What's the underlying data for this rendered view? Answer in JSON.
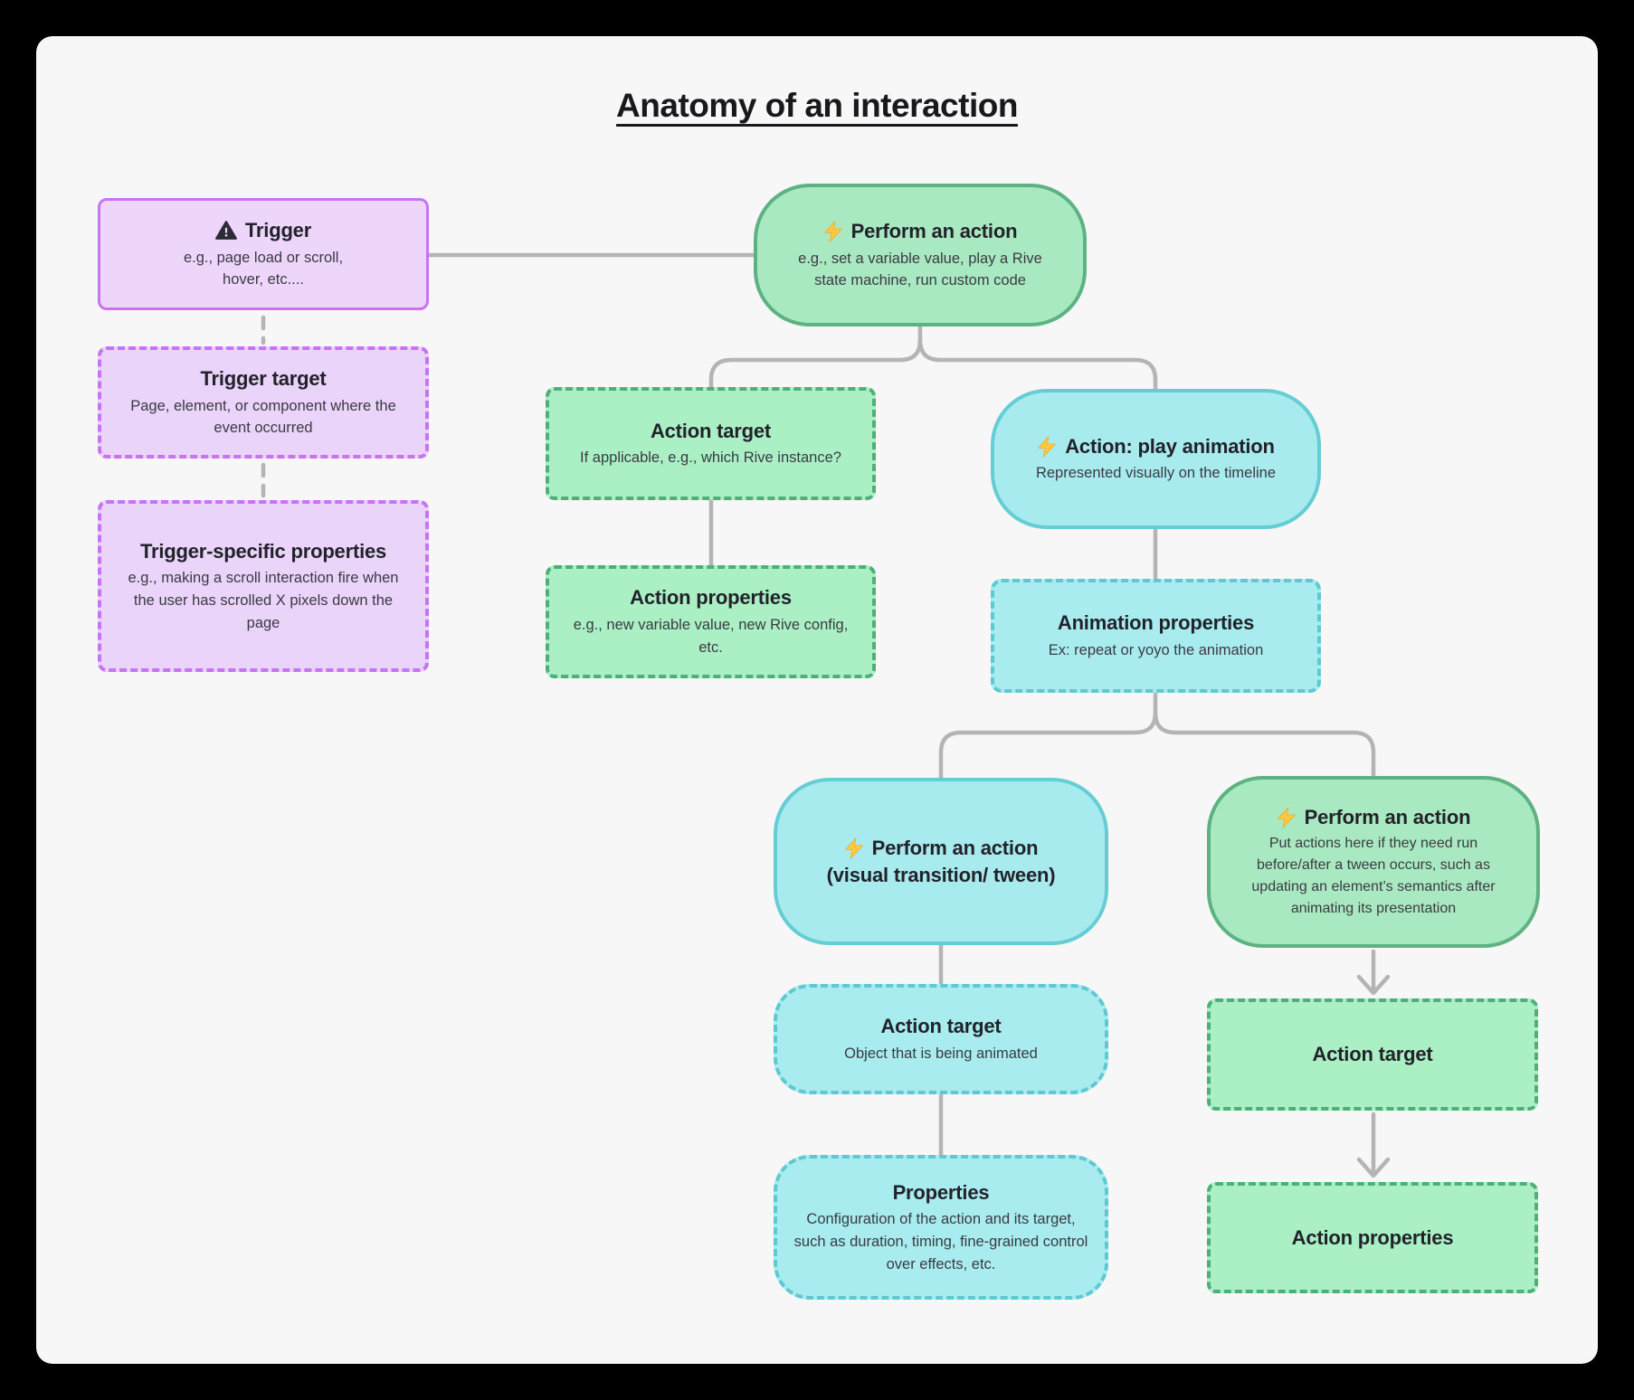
{
  "page_title": "Anatomy of an interaction",
  "palette": {
    "background": "#000000",
    "card": "#f7f7f8",
    "purple_fill": "#ead4f9",
    "purple_border": "#c873f3",
    "green_fill": "#a9e9c1",
    "green_border": "#5cb381",
    "cyan_fill": "#a8ebee",
    "cyan_border": "#65cdd4",
    "connector_gray": "#b4b4b4",
    "lightning_yellow": "#ffc93c",
    "text_dark": "#22222a"
  },
  "nodes": {
    "trigger": {
      "icon": "warning-icon",
      "title": "Trigger",
      "subtitle": "e.g., page load or scroll,\nhover, etc...."
    },
    "trigger_target": {
      "title": "Trigger target",
      "subtitle": "Page, element, or component where the event occurred"
    },
    "trigger_specific_properties": {
      "title": "Trigger-specific properties",
      "subtitle": "e.g., making a scroll interaction fire when the user has scrolled X pixels down the page"
    },
    "perform_action_top": {
      "icon": "lightning-icon",
      "title": "Perform an action",
      "subtitle": "e.g., set a variable value, play a Rive state machine, run custom code"
    },
    "action_target_mid": {
      "title": "Action target",
      "subtitle": "If applicable, e.g., which Rive instance?"
    },
    "action_properties_mid": {
      "title": "Action properties",
      "subtitle": "e.g., new variable value, new Rive config, etc."
    },
    "action_play_animation": {
      "icon": "lightning-icon",
      "title": "Action: play animation",
      "subtitle": "Represented visually on the timeline"
    },
    "animation_properties": {
      "title": "Animation properties",
      "subtitle": "Ex: repeat or yoyo the animation"
    },
    "perform_action_tween": {
      "icon": "lightning-icon",
      "title": "Perform an action",
      "title_line2": "(visual transition/ tween)"
    },
    "perform_action_right": {
      "icon": "lightning-icon",
      "title": "Perform an action",
      "subtitle": "Put actions here if they need run before/after a tween occurs, such as updating an element’s semantics after animating its presentation"
    },
    "action_target_cyan": {
      "title": "Action target",
      "subtitle": "Object that is being animated"
    },
    "properties_cyan": {
      "title": "Properties",
      "subtitle": "Configuration of the action and its target, such as duration, timing, fine-grained control over effects, etc."
    },
    "action_target_right": {
      "title": "Action target"
    },
    "action_properties_right": {
      "title": "Action properties"
    }
  }
}
